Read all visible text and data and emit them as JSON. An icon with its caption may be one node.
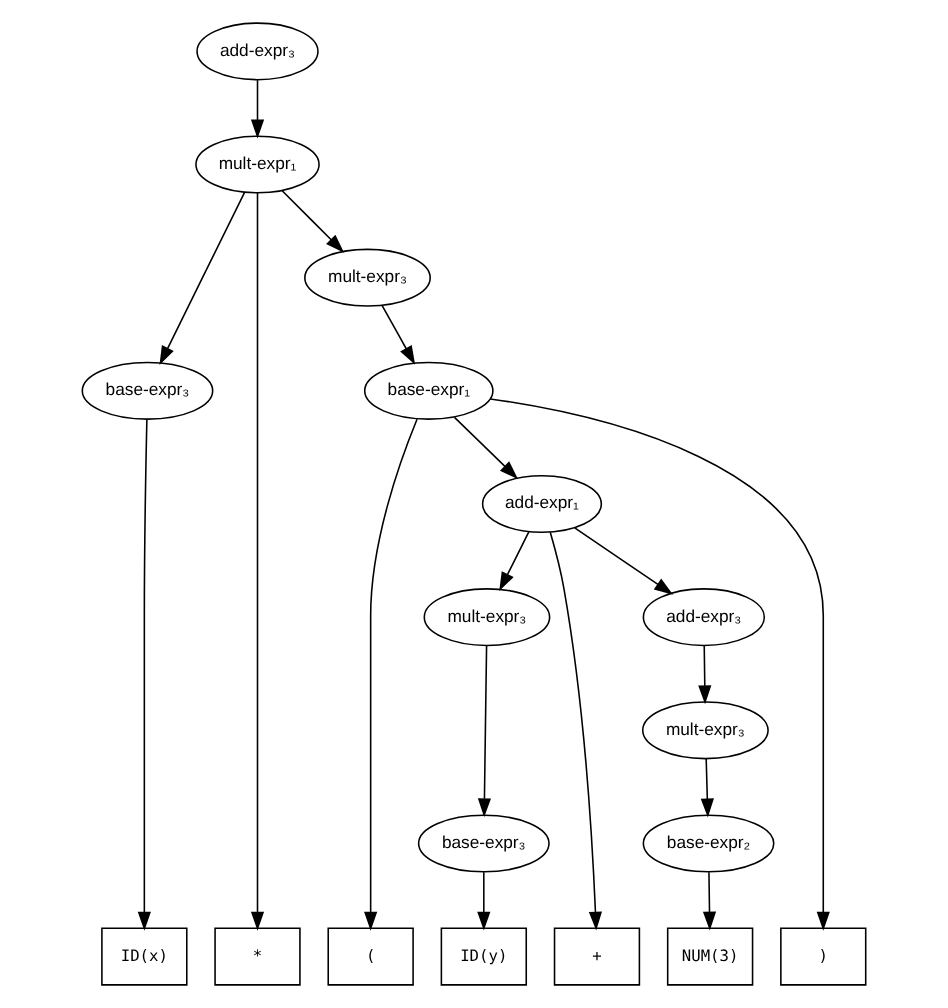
{
  "diagram": {
    "nodes": [
      {
        "text": [
          "add-expr₃"
        ]
      },
      {
        "text": [
          "mult-expr₁"
        ]
      },
      {
        "text": [
          "base-expr₃"
        ]
      },
      {
        "text": [
          "mult-expr₃"
        ]
      },
      {
        "text": [
          "base-expr₁"
        ]
      },
      {
        "text": [
          "add-expr₁"
        ]
      },
      {
        "text": [
          "mult-expr₃"
        ]
      },
      {
        "text": [
          "add-expr₃"
        ]
      },
      {
        "text": [
          "mult-expr₃"
        ]
      },
      {
        "text": [
          "base-expr₃"
        ]
      },
      {
        "text": [
          "base-expr₂"
        ]
      },
      {
        "text": [
          "ID(x)"
        ]
      },
      {
        "text": [
          "*"
        ]
      },
      {
        "text": [
          "("
        ]
      },
      {
        "text": [
          "ID(y)"
        ]
      },
      {
        "text": [
          "+"
        ]
      },
      {
        "text": [
          "NUM(3)"
        ]
      },
      {
        "text": [
          ")"
        ]
      }
    ],
    "edges": [
      {
        "from": 0,
        "to": 1,
        "arrow": "to"
      },
      {
        "from": 1,
        "to": 2,
        "arrow": "to"
      },
      {
        "from": 1,
        "to": 12,
        "arrow": "to"
      },
      {
        "from": 1,
        "to": 3,
        "arrow": "to"
      },
      {
        "from": 2,
        "to": 11,
        "arrow": "to"
      },
      {
        "from": 3,
        "to": 4,
        "arrow": "to"
      },
      {
        "from": 4,
        "to": 13,
        "arrow": "to"
      },
      {
        "from": 4,
        "to": 5,
        "arrow": "to"
      },
      {
        "from": 4,
        "to": 17,
        "arrow": "to"
      },
      {
        "from": 5,
        "to": 6,
        "arrow": "to"
      },
      {
        "from": 5,
        "to": 15,
        "arrow": "to"
      },
      {
        "from": 5,
        "to": 7,
        "arrow": "to"
      },
      {
        "from": 6,
        "to": 9,
        "arrow": "to"
      },
      {
        "from": 7,
        "to": 8,
        "arrow": "to"
      },
      {
        "from": 8,
        "to": 10,
        "arrow": "to"
      },
      {
        "from": 9,
        "to": 14,
        "arrow": "to"
      },
      {
        "from": 10,
        "to": 16,
        "arrow": "to"
      }
    ]
  }
}
